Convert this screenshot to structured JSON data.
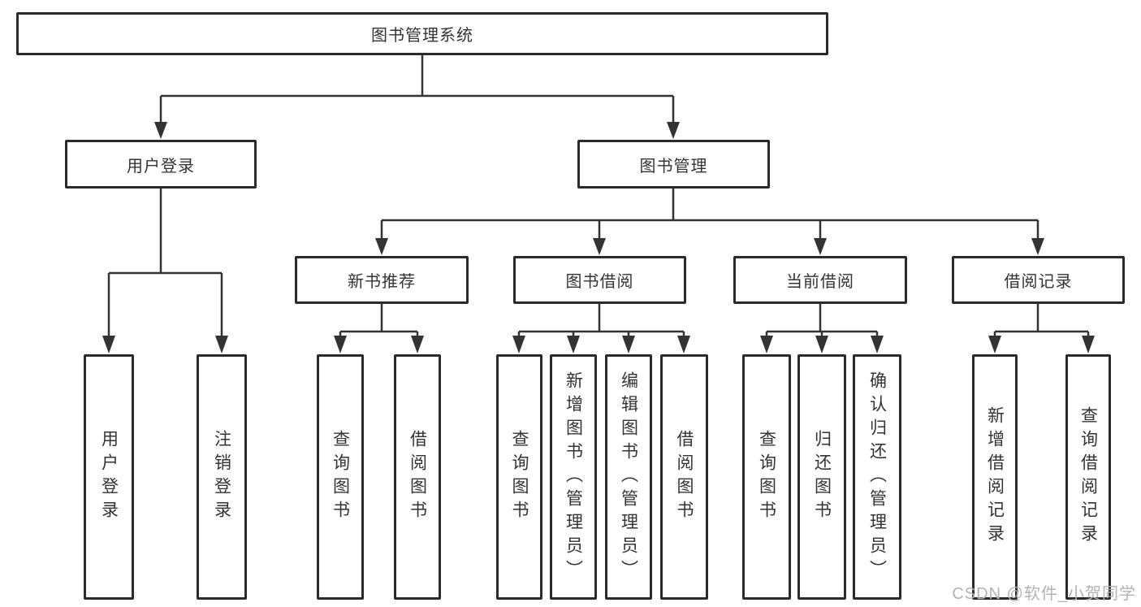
{
  "diagram_title": "图书管理系统",
  "watermark": "CSDN @软件_小贺同学",
  "colors": {
    "background": "#ffffff",
    "box_border": "#2b2b2b",
    "line": "#333333",
    "text": "#333333",
    "watermark": "#b3b3b3"
  },
  "tree": {
    "root": {
      "label": "图书管理系统",
      "children": [
        {
          "label": "用户登录",
          "children": [
            {
              "label": "用户登录"
            },
            {
              "label": "注销登录"
            }
          ]
        },
        {
          "label": "图书管理",
          "children": [
            {
              "label": "新书推荐",
              "children": [
                {
                  "label": "查询图书"
                },
                {
                  "label": "借阅图书"
                }
              ]
            },
            {
              "label": "图书借阅",
              "children": [
                {
                  "label": "查询图书"
                },
                {
                  "label": "新增图书（管理员）"
                },
                {
                  "label": "编辑图书（管理员）"
                },
                {
                  "label": "借阅图书"
                }
              ]
            },
            {
              "label": "当前借阅",
              "children": [
                {
                  "label": "查询图书"
                },
                {
                  "label": "归还图书"
                },
                {
                  "label": "确认归还（管理员）"
                }
              ]
            },
            {
              "label": "借阅记录",
              "children": [
                {
                  "label": "新增借阅记录"
                },
                {
                  "label": "查询借阅记录"
                }
              ]
            }
          ]
        }
      ]
    }
  }
}
